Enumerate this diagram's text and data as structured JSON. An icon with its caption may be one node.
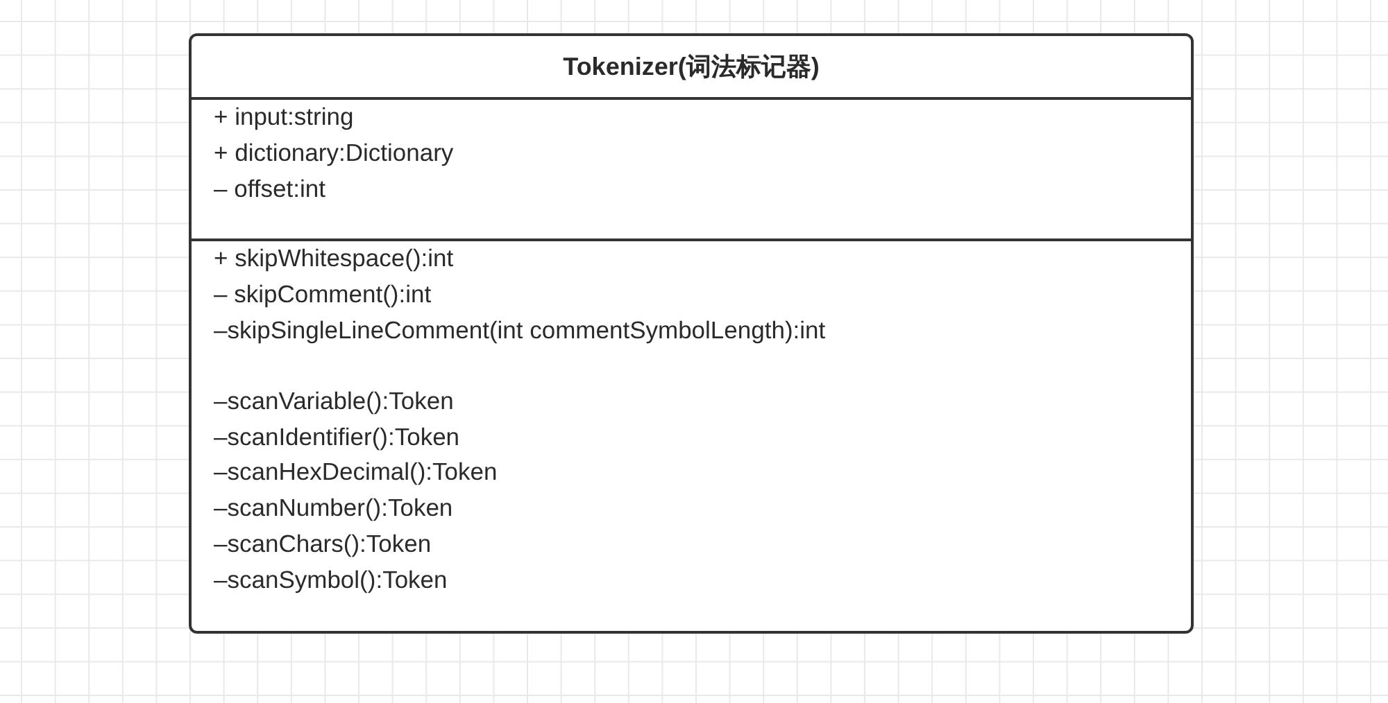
{
  "diagram": {
    "nodes": [
      {
        "text": [
          "Tokenizer(词法标记器)"
        ]
      },
      {
        "text": [
          "+ input:string",
          "+ dictionary:Dictionary",
          "– offset:int"
        ],
        "in": 0
      },
      {
        "text": [
          "+ skipWhitespace():int",
          "– skipComment():int",
          "–skipSingleLineComment(int commentSymbolLength):int",
          "–scanVariable():Token",
          "–scanIdentifier():Token",
          "–scanHexDecimal():Token",
          "–scanNumber():Token",
          "–scanChars():Token",
          "–scanSymbol():Token"
        ],
        "in": 0
      }
    ]
  }
}
